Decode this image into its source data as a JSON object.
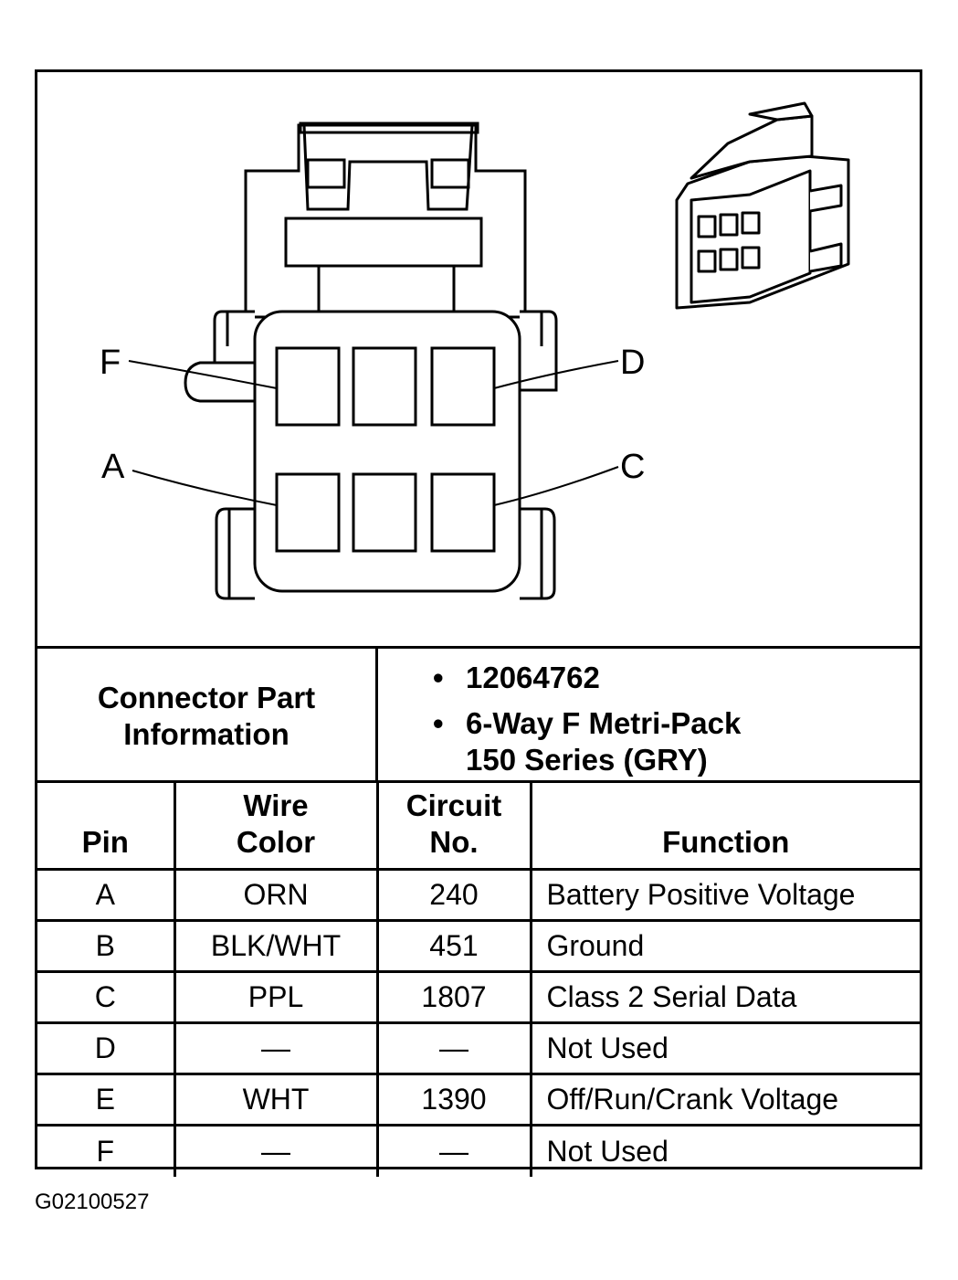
{
  "diagram": {
    "pin_labels": {
      "F": "F",
      "D": "D",
      "A": "A",
      "C": "C"
    }
  },
  "info": {
    "label_line1": "Connector Part",
    "label_line2": "Information",
    "bullet": "•",
    "items": [
      "12064762",
      "6-Way F Metri-Pack",
      "150 Series (GRY)"
    ]
  },
  "table": {
    "headers": {
      "pin": "Pin",
      "wire_line1": "Wire",
      "wire_line2": "Color",
      "circuit_line1": "Circuit",
      "circuit_line2": "No.",
      "function": "Function"
    },
    "rows": [
      {
        "pin": "A",
        "wire": "ORN",
        "circuit": "240",
        "function": "Battery Positive Voltage"
      },
      {
        "pin": "B",
        "wire": "BLK/WHT",
        "circuit": "451",
        "function": "Ground"
      },
      {
        "pin": "C",
        "wire": "PPL",
        "circuit": "1807",
        "function": "Class 2 Serial Data"
      },
      {
        "pin": "D",
        "wire": "—",
        "circuit": "—",
        "function": "Not Used"
      },
      {
        "pin": "E",
        "wire": "WHT",
        "circuit": "1390",
        "function": "Off/Run/Crank Voltage"
      },
      {
        "pin": "F",
        "wire": "—",
        "circuit": "—",
        "function": "Not Used"
      }
    ]
  },
  "footer": {
    "code": "G02100527"
  }
}
